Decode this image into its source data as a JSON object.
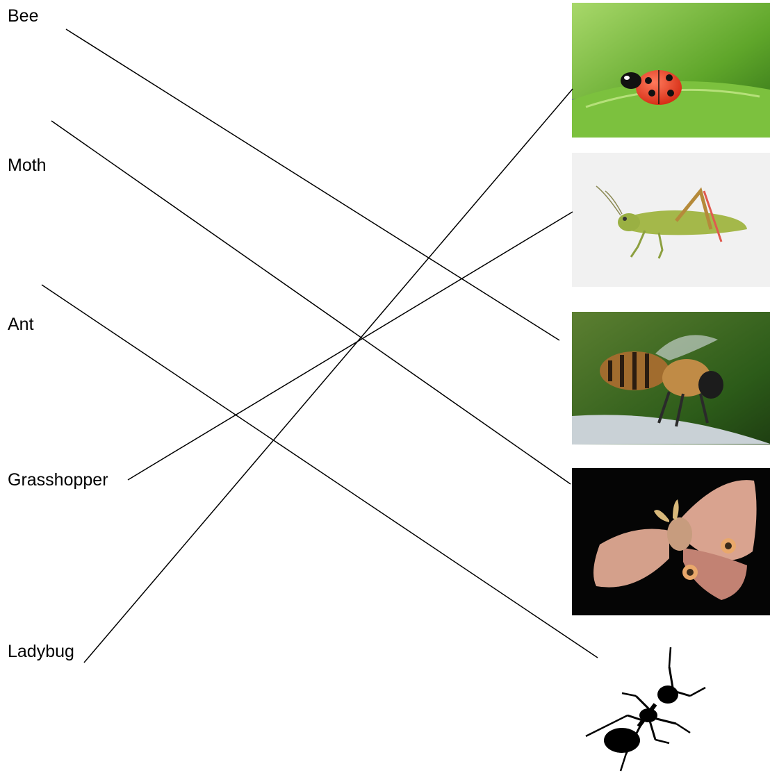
{
  "labels": {
    "bee": "Bee",
    "moth": "Moth",
    "ant": "Ant",
    "grasshopper": "Grasshopper",
    "ladybug": "Ladybug"
  },
  "pictures": [
    "ladybug",
    "grasshopper",
    "bee",
    "moth",
    "ant"
  ],
  "colors": {
    "ink": "#000000",
    "ladybug_shell": "#e8321c",
    "leaf_green": "#6fbf3a",
    "moth_wing": "#d9a38f",
    "bee_body": "#b9813a"
  }
}
